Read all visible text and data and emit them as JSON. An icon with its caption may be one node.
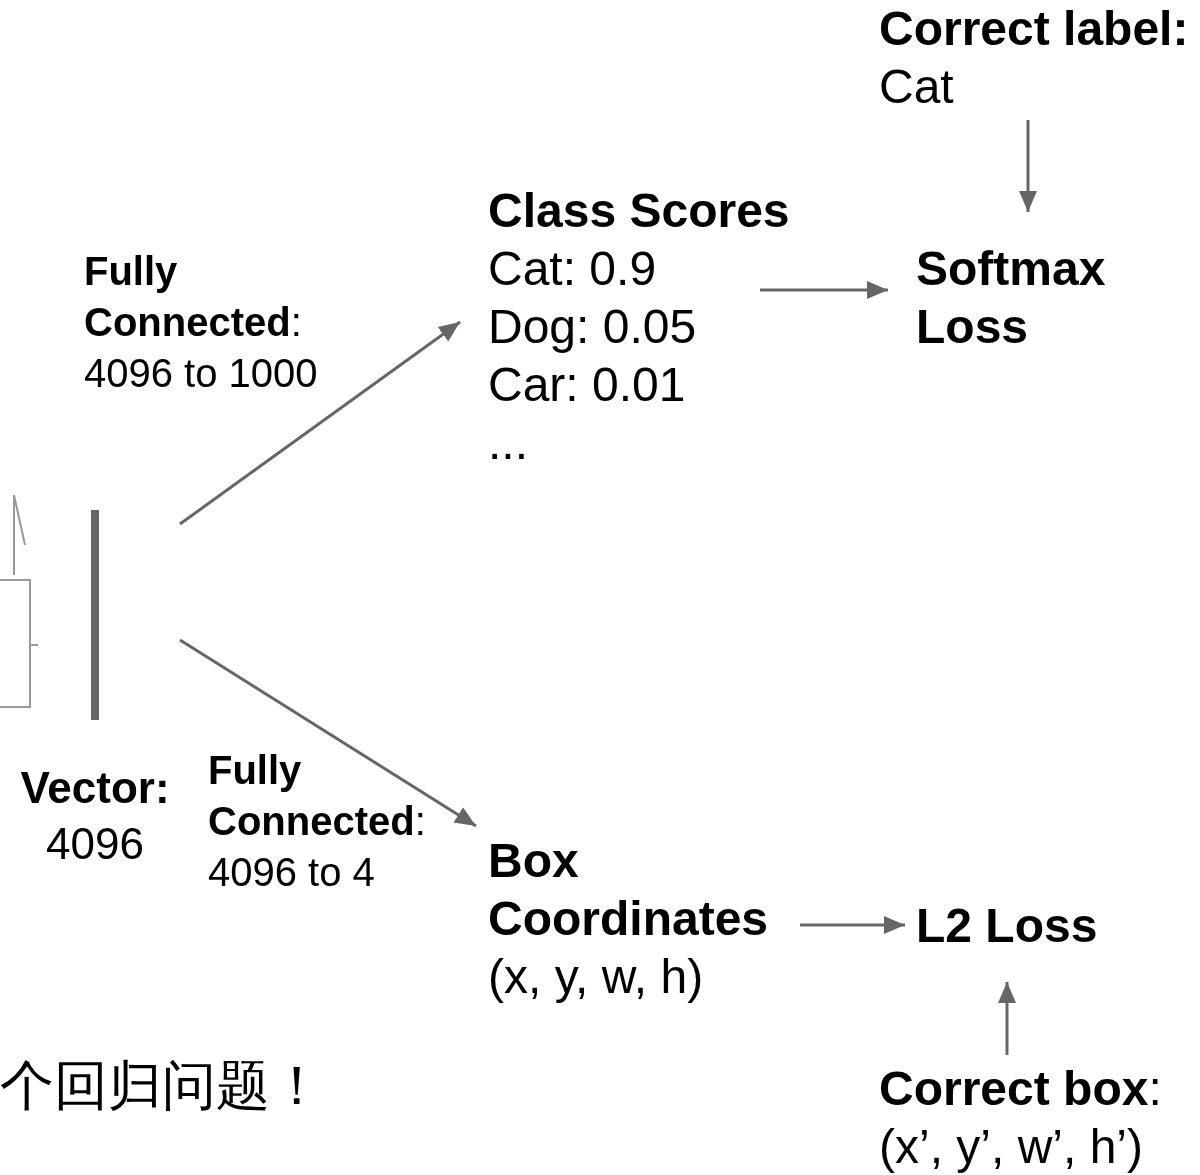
{
  "diagram": {
    "nodes": [
      {
        "text": [
          "Vector:",
          "4096"
        ]
      },
      {
        "text": [
          "Class Scores",
          "Cat: 0.9",
          "Dog: 0.05",
          "Car: 0.01",
          "..."
        ]
      },
      {
        "text": [
          "Softmax Loss"
        ]
      },
      {
        "text": [
          "Correct label:",
          "Cat"
        ]
      },
      {
        "text": [
          "Box Coordinates",
          "(x, y, w, h)"
        ]
      },
      {
        "text": [
          "L2 Loss"
        ]
      },
      {
        "text": [
          "**Correct box**:",
          "(x’, y’, w’, h’)"
        ]
      }
    ],
    "edges": [
      {
        "from": 0,
        "to": 1,
        "arrow": "to",
        "label": "**Fully Connected**: 4096 to 1000"
      },
      {
        "from": 0,
        "to": 4,
        "arrow": "to",
        "label": "**Fully Connected**: 4096 to 4"
      },
      {
        "from": 1,
        "to": 2,
        "arrow": "to"
      },
      {
        "from": 3,
        "to": 2,
        "arrow": "to"
      },
      {
        "from": 4,
        "to": 5,
        "arrow": "to"
      },
      {
        "from": 6,
        "to": 5,
        "arrow": "to"
      }
    ],
    "labels": [
      "个回归问题！"
    ]
  }
}
